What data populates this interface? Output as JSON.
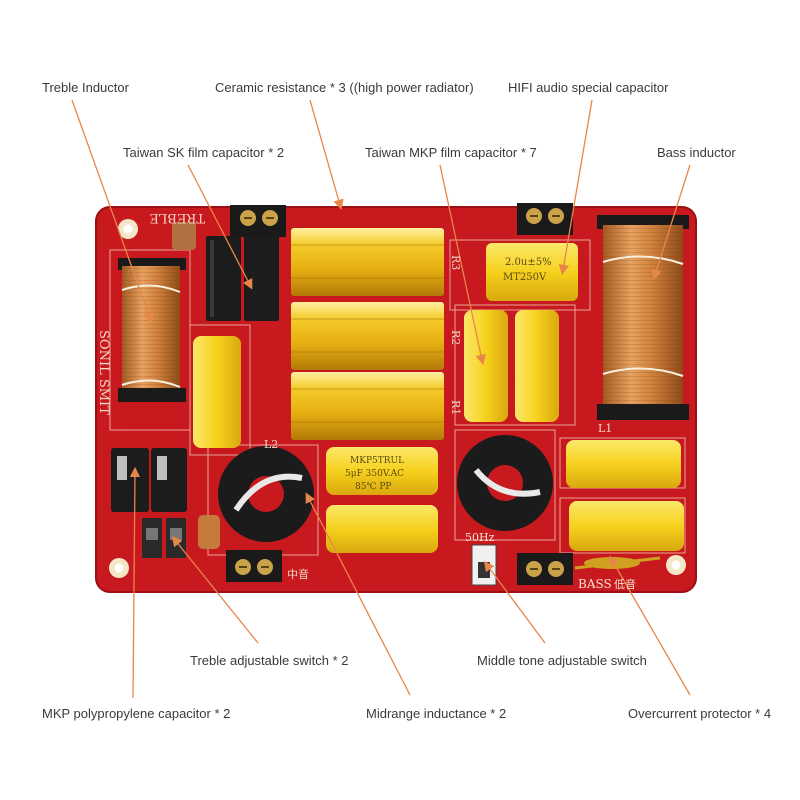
{
  "labels": {
    "treble_inductor": "Treble Inductor",
    "ceramic_resistance": "Ceramic resistance * 3 ((high power radiator)",
    "hifi_capacitor": "HIFI audio special capacitor",
    "sk_film_capacitor": "Taiwan SK film capacitor * 2",
    "mkp_film_capacitor": "Taiwan MKP film capacitor * 7",
    "bass_inductor": "Bass inductor",
    "treble_switch": "Treble adjustable switch * 2",
    "middle_switch": "Middle tone adjustable switch",
    "mkp_pp_capacitor": "MKP polypropylene capacitor * 2",
    "midrange_inductance": "Midrange inductance * 2",
    "overcurrent_protector": "Overcurrent protector * 4"
  },
  "board_text": {
    "treble_silk": "TREBLE",
    "left_vertical_silk": "SONIL SMIT",
    "mid_chinese": "中音",
    "bass_silk": "BASS",
    "bass_chinese": "低音",
    "hz_silk": "50Hz",
    "r3": "R3",
    "r2": "R2",
    "r1": "R1",
    "l1": "L1",
    "l2": "L2",
    "hifi_cap_line1": "2.0u±5%",
    "hifi_cap_line2": "MT250V",
    "cap_brand": "MKP5TRUL",
    "cap_value": "5μF 350V.AC",
    "cap_temp": "85℃ PP"
  },
  "colors": {
    "pcb": "#c8191e",
    "pcb_edge": "#a40f14",
    "gold": "#f0c020",
    "cap_yellow": "#f5d21a",
    "copper": "#d2843e",
    "arrow": "#e8864a"
  }
}
